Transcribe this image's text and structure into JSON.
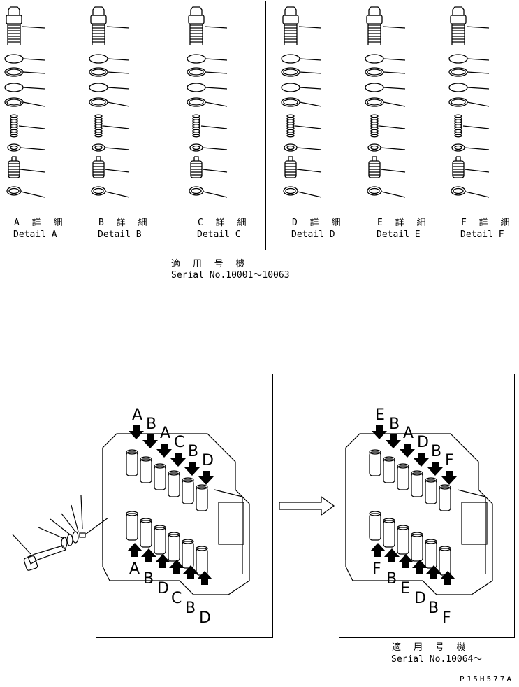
{
  "details": [
    {
      "id": "A",
      "jp": "A 詳 細",
      "en": "Detail A"
    },
    {
      "id": "B",
      "jp": "B 詳 細",
      "en": "Detail B"
    },
    {
      "id": "C",
      "jp": "C 詳 細",
      "en": "Detail C"
    },
    {
      "id": "D",
      "jp": "D 詳 細",
      "en": "Detail D"
    },
    {
      "id": "E",
      "jp": "E 詳 細",
      "en": "Detail E"
    },
    {
      "id": "F",
      "jp": "F 詳 細",
      "en": "Detail F"
    }
  ],
  "serial_top": {
    "jp": "適 用 号 機",
    "en": "Serial No.10001～10063"
  },
  "serial_bottom": {
    "jp": "適 用 号 機",
    "en": "Serial No.10064～"
  },
  "left_view": {
    "top_letters": [
      "A",
      "B",
      "A",
      "C",
      "B",
      "D"
    ],
    "bottom_letters": [
      "A",
      "B",
      "D",
      "C",
      "B",
      "D"
    ]
  },
  "right_view": {
    "top_letters": [
      "E",
      "B",
      "A",
      "D",
      "B",
      "F"
    ],
    "bottom_letters": [
      "F",
      "B",
      "E",
      "D",
      "B",
      "F"
    ]
  },
  "drawing_code": "PJ5H577A"
}
